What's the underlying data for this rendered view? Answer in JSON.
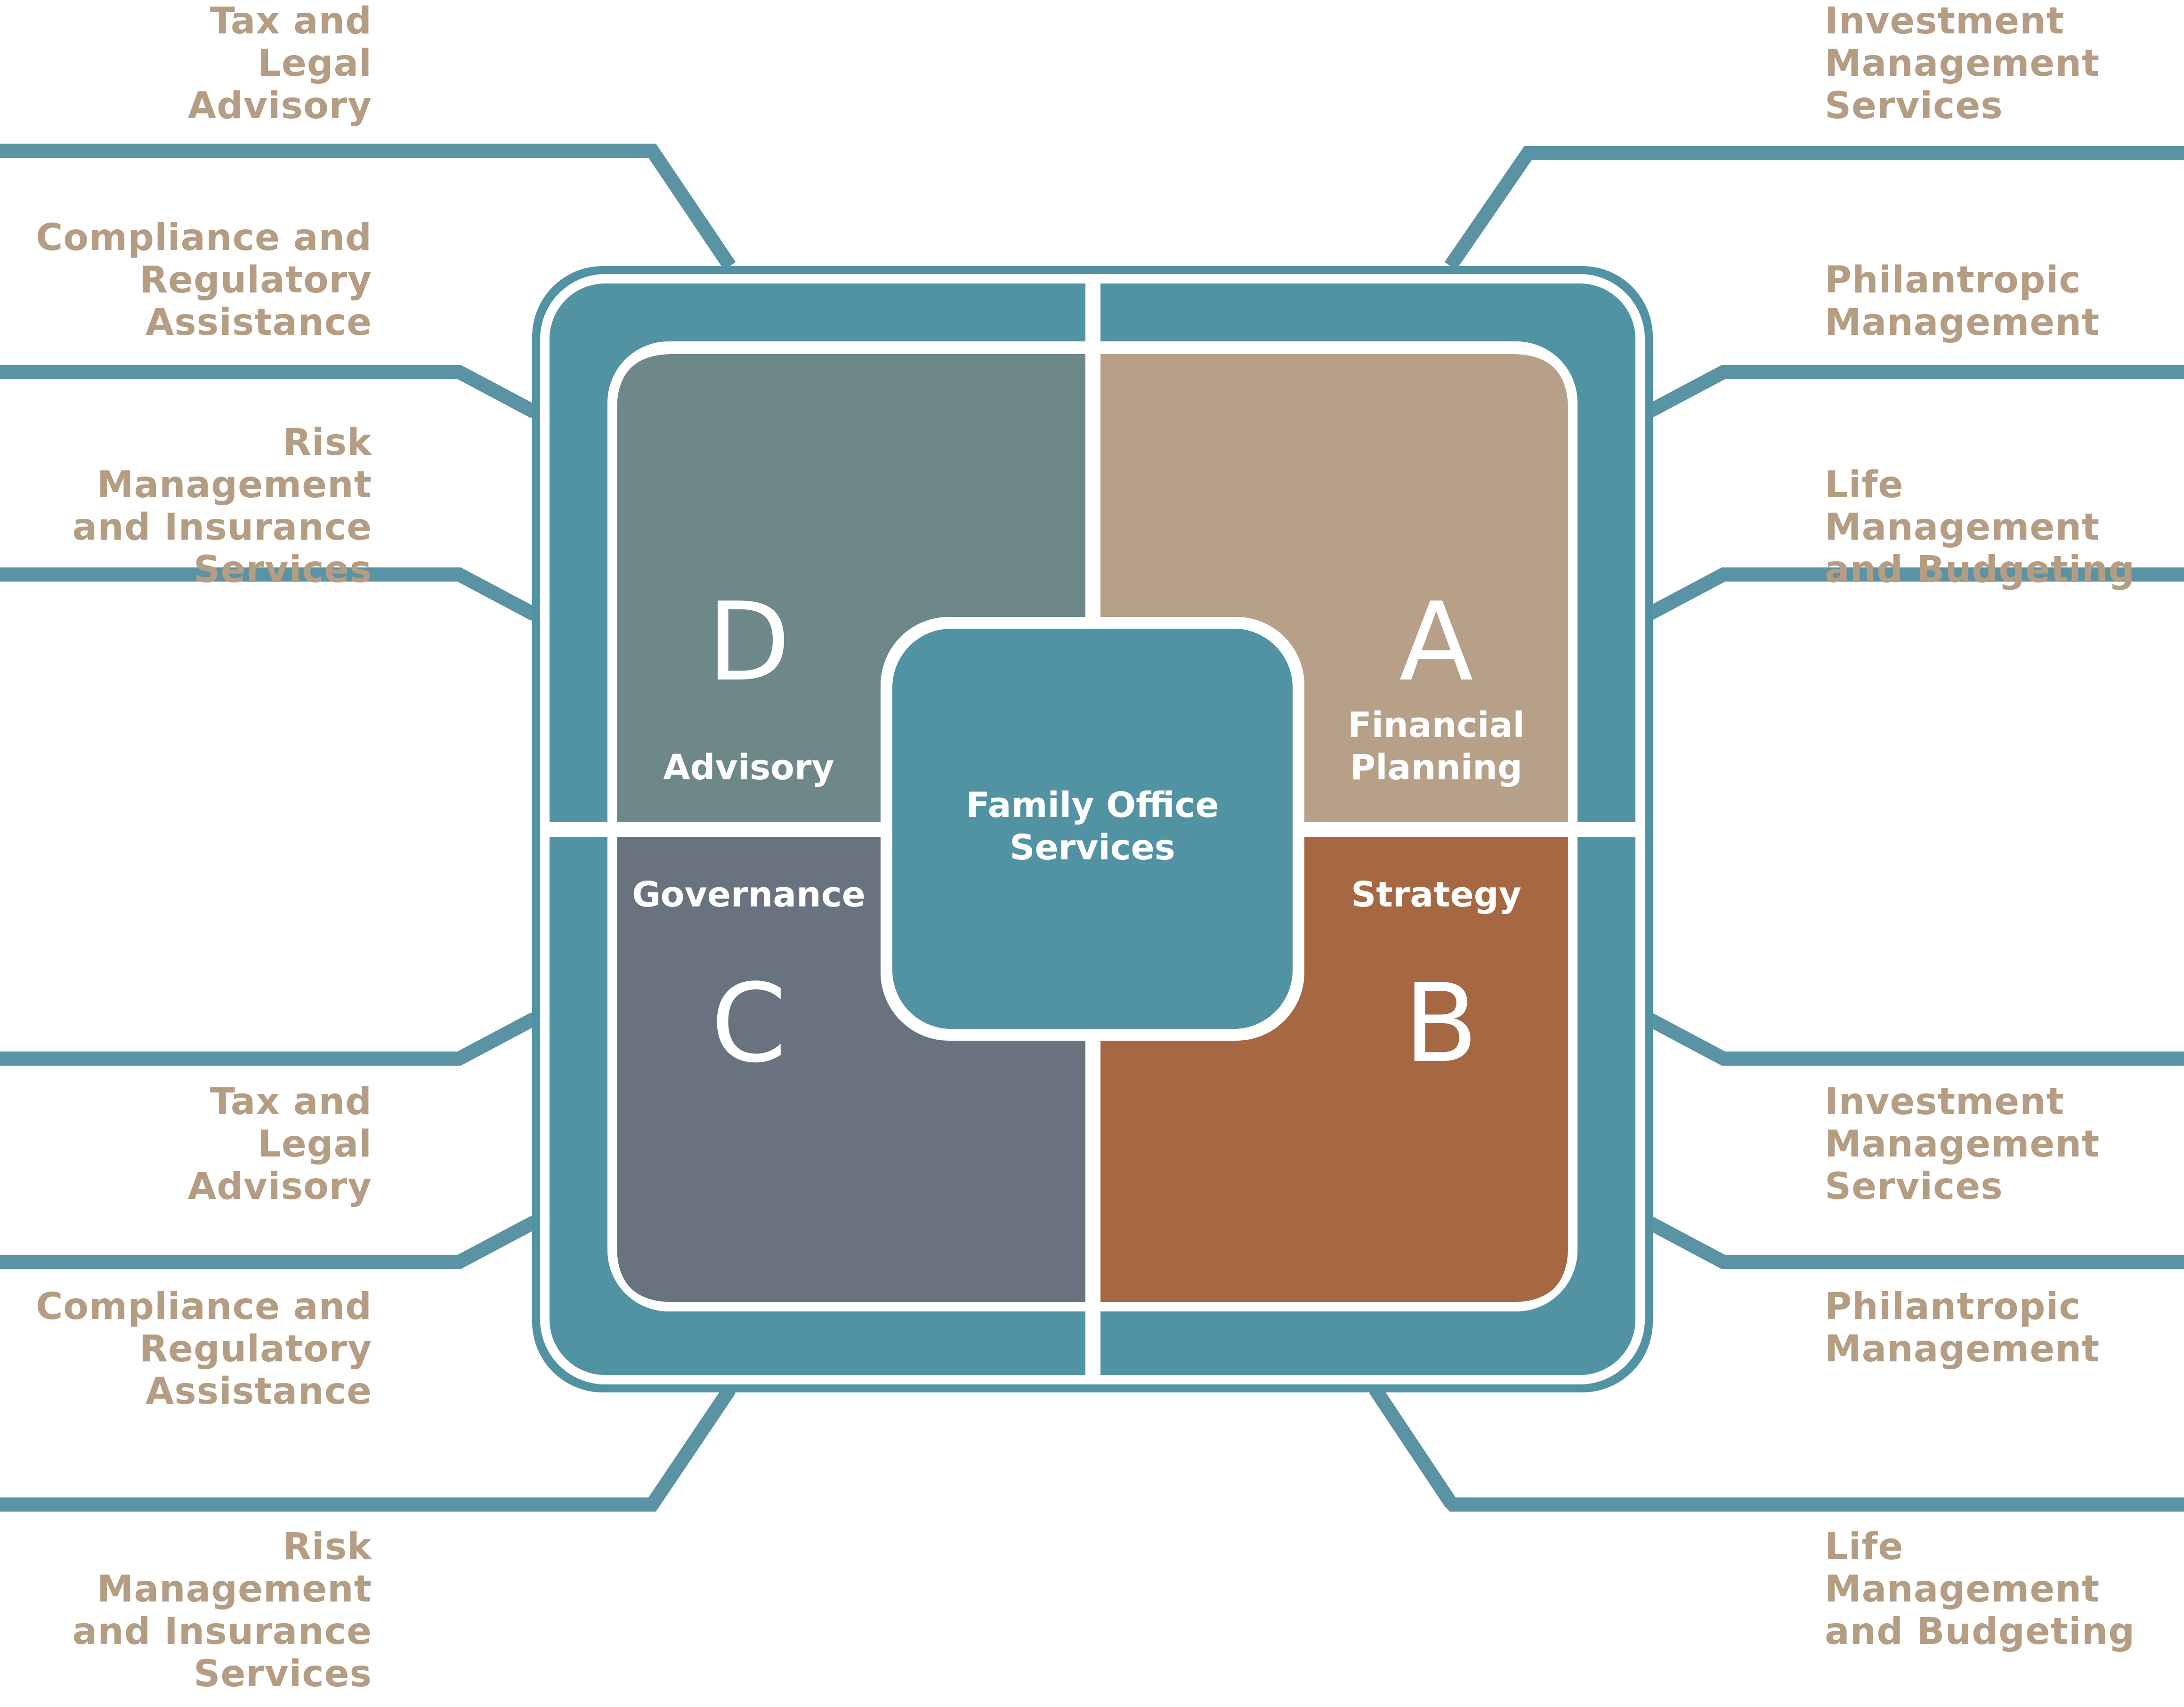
{
  "title": "Family Office Services",
  "colors": {
    "frame": "#5293a3",
    "connector": "#5a93a4",
    "label_text": "#b59d84",
    "quadrant_a": "#b7a088",
    "quadrant_b": "#a56843",
    "quadrant_c": "#68737f",
    "quadrant_d": "#6e8789",
    "center": "#5293a3",
    "divider": "#ffffff"
  },
  "center": {
    "label": "Family Office\nServices"
  },
  "quadrants": [
    {
      "id": "D",
      "letter": "D",
      "name": "Advisory",
      "position": "top-left"
    },
    {
      "id": "A",
      "letter": "A",
      "name": "Financial\nPlanning",
      "position": "top-right"
    },
    {
      "id": "C",
      "letter": "C",
      "name": "Governance",
      "position": "bottom-left"
    },
    {
      "id": "B",
      "letter": "B",
      "name": "Strategy",
      "position": "bottom-right"
    }
  ],
  "side_labels": {
    "top_left": [
      "Tax and\nLegal\nAdvisory",
      "Compliance and\nRegulatory\nAssistance",
      "Risk Management\nand Insurance\nServices"
    ],
    "top_right": [
      "Investment\nManagement\nServices",
      "Philantropic\nManagement",
      "Life Management\nand Budgeting"
    ],
    "bottom_left": [
      "Tax and\nLegal\nAdvisory",
      "Compliance and\nRegulatory\nAssistance",
      "Risk Management\nand Insurance\nServices"
    ],
    "bottom_right": [
      "Investment\nManagement\nServices",
      "Philantropic\nManagement",
      "Life Management\nand Budgeting"
    ]
  }
}
